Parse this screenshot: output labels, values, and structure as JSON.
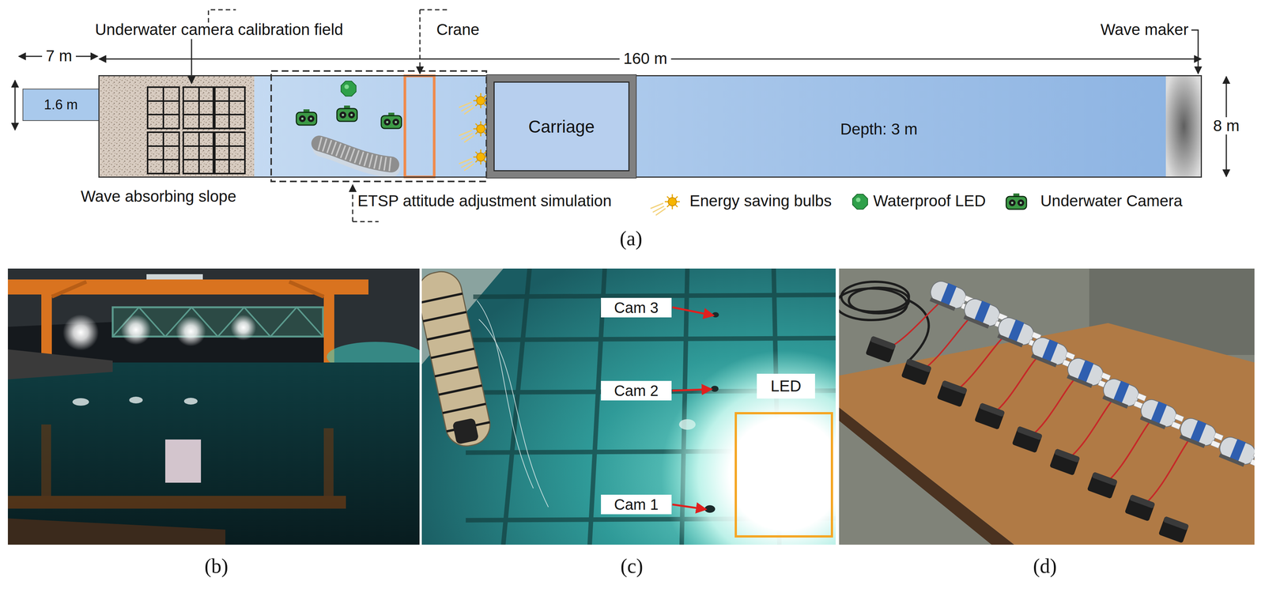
{
  "diagram": {
    "nodes": [
      {
        "text": [
          "1.6 m"
        ]
      },
      {
        "text": [
          "Depth: 3 m"
        ]
      },
      {
        "text": [
          "Carriage"
        ],
        "in": 1
      },
      {
        "text": [
          "Cam 3"
        ]
      },
      {
        "text": [
          "Cam 2"
        ]
      },
      {
        "text": [
          "Cam 1"
        ]
      },
      {
        "text": [
          "LED"
        ]
      }
    ],
    "labels": [
      "Underwater camera calibration field",
      "Crane",
      "160 m",
      "Wave maker",
      "7 m",
      "8 m",
      "Wave absorbing slope",
      "(a)",
      "(b)",
      "(c)",
      "(d)"
    ],
    "legend": [
      {
        "text": "ETSP attitude adjustment simulation"
      },
      {
        "text": "Energy saving bulbs"
      },
      {
        "text": "Waterproof LED"
      },
      {
        "text": "Underwater Camera"
      }
    ]
  }
}
